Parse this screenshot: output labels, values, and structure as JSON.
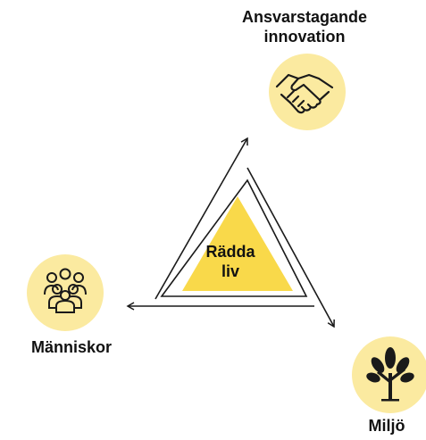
{
  "center": {
    "line1": "Rädda",
    "line2": "liv"
  },
  "nodes": {
    "top": {
      "line1": "Ansvarstagande",
      "line2": "innovation",
      "icon": "handshake-icon"
    },
    "left": {
      "label": "Människor",
      "icon": "people-group-icon"
    },
    "right": {
      "label": "Miljö",
      "icon": "tree-icon"
    }
  },
  "colors": {
    "accent": "#F9D94A",
    "circle": "#FBEAA0",
    "stroke": "#1a1a1a"
  }
}
